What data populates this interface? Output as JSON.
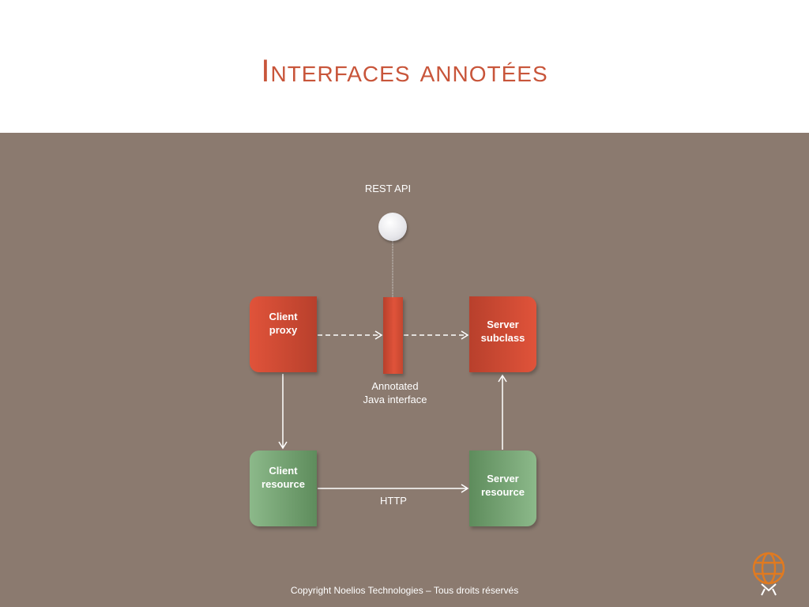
{
  "slide": {
    "title": "Interfaces annotées",
    "copyright": "Copyright Noelios Technologies – Tous droits réservés"
  },
  "diagram": {
    "rest_api_label": "REST API",
    "client_proxy": {
      "line1": "Client",
      "line2": "proxy"
    },
    "server_subclass": {
      "line1": "Server",
      "line2": "subclass"
    },
    "client_resource": {
      "line1": "Client",
      "line2": "resource"
    },
    "server_resource": {
      "line1": "Server",
      "line2": "resource"
    },
    "interface_label": {
      "line1": "Annotated",
      "line2": "Java interface"
    },
    "http_label": "HTTP"
  },
  "colors": {
    "title": "#c8553a",
    "background": "#8b7a6f",
    "red_box": "#e0533a",
    "green_box": "#8cb98a"
  }
}
